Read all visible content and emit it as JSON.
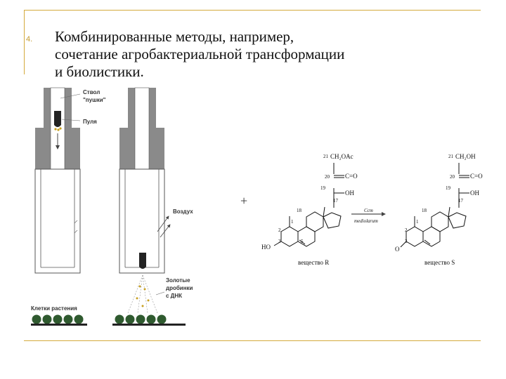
{
  "slide": {
    "item_number": "4.",
    "item_lines": [
      "Комбинированные методы, например,",
      "сочетание агробактериальной трансформации",
      "и биолистики."
    ]
  },
  "gun_figure": {
    "labels": {
      "barrel": "Ствол",
      "barrel_2": "\"пушки\"",
      "bullet": "Пуля",
      "air": "Воздух",
      "gold_1": "Золотые",
      "gold_2": "дробинки",
      "gold_3": "с ДНК",
      "cells": "Клетки растения"
    }
  },
  "plus_sign": "+",
  "reaction": {
    "substrate": {
      "c21": "21",
      "c21_group": "CH₂OAc",
      "c20": "20",
      "c20_group": "C=O",
      "oh17": "OH",
      "n19": "19",
      "n17": "17",
      "n18": "18",
      "n2": "2",
      "n3": "3",
      "n1": "1",
      "n5": "5",
      "ho": "HO",
      "name": "вещество R"
    },
    "arrow_top": "Ccm",
    "arrow_bottom": "mediolarum",
    "product": {
      "c21": "21",
      "c21_group": "CH₂OH",
      "c20": "20",
      "c20_group": "C=O",
      "oh17": "OH",
      "n19": "19",
      "n17": "17",
      "n18": "18",
      "n2": "2",
      "n1": "1",
      "n3": "3",
      "o": "O",
      "name": "вещество S"
    }
  }
}
